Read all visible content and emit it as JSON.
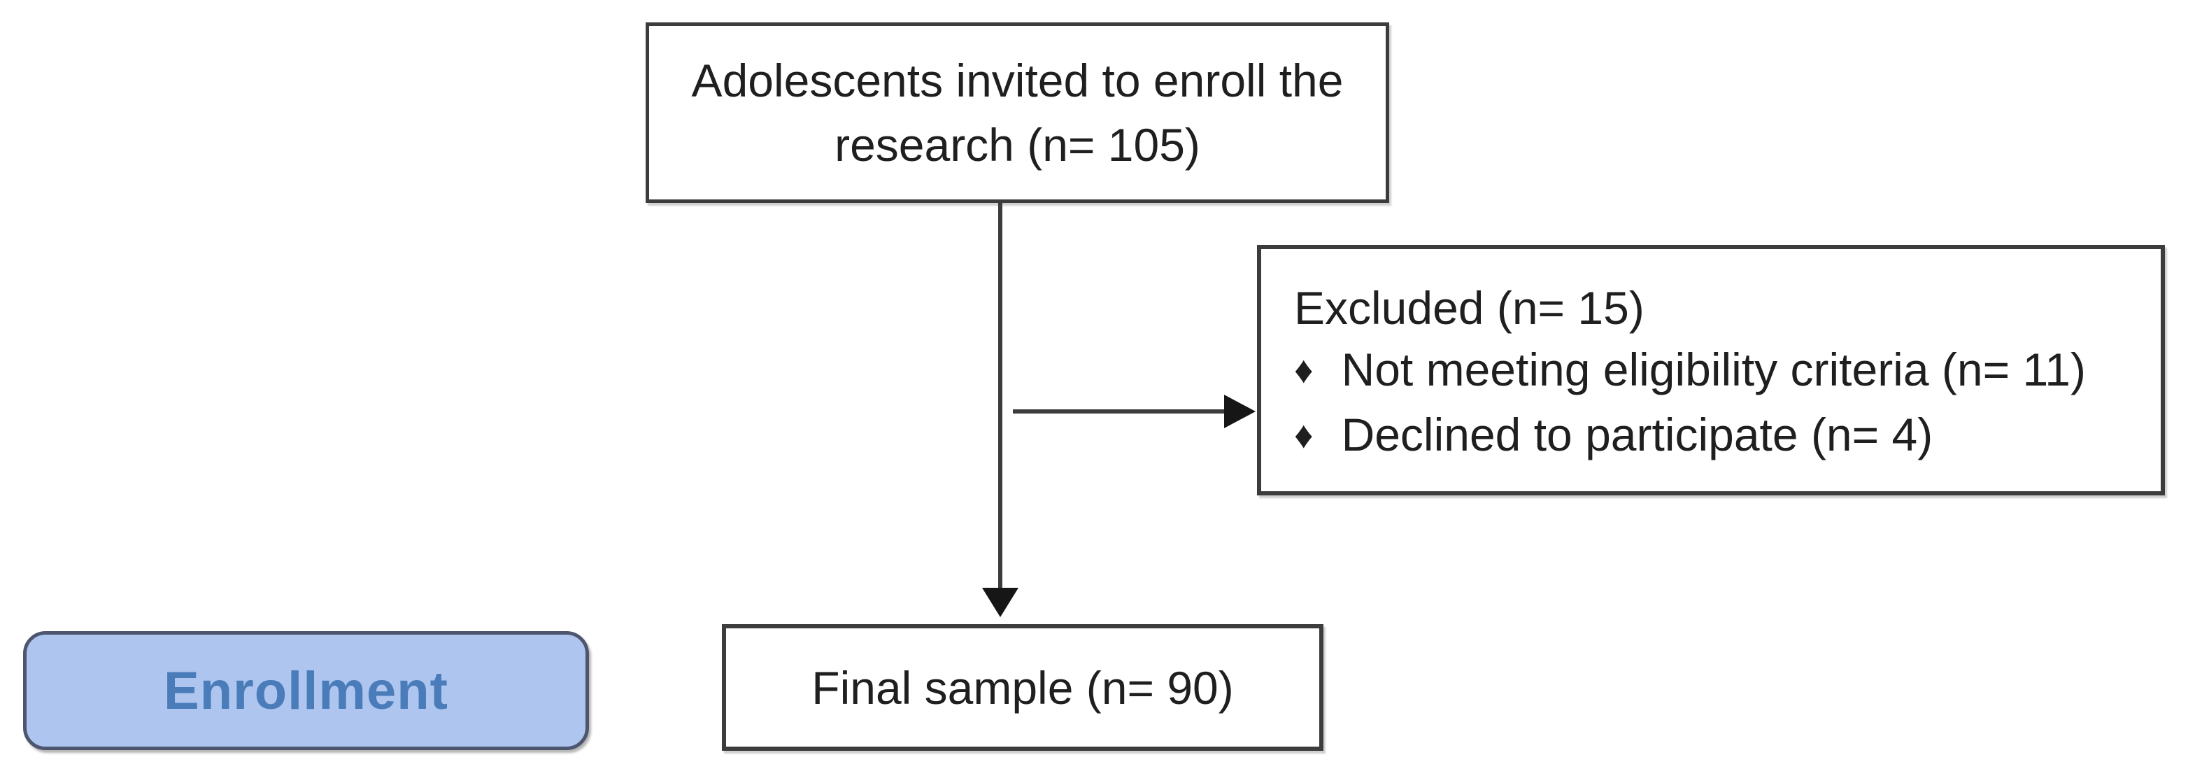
{
  "flow": {
    "background": "#ffffff",
    "line_color": "#3c3c3c",
    "arrowhead_color": "#161616",
    "text_color": "#1f1f1f",
    "invited": {
      "text": "Adolescents invited to enroll the research (n= 105)"
    },
    "excluded": {
      "title": "Excluded (n= 15)",
      "bullet_glyph": "♦",
      "items": [
        "Not meeting eligibility criteria (n= 11)",
        "Declined to participate (n= 4)"
      ]
    },
    "final": {
      "text": "Final sample (n= 90)"
    },
    "stage": {
      "label": "Enrollment",
      "fill": "#adc5ef",
      "border_color": "#4d566e",
      "text_color": "#4a7cba"
    }
  }
}
